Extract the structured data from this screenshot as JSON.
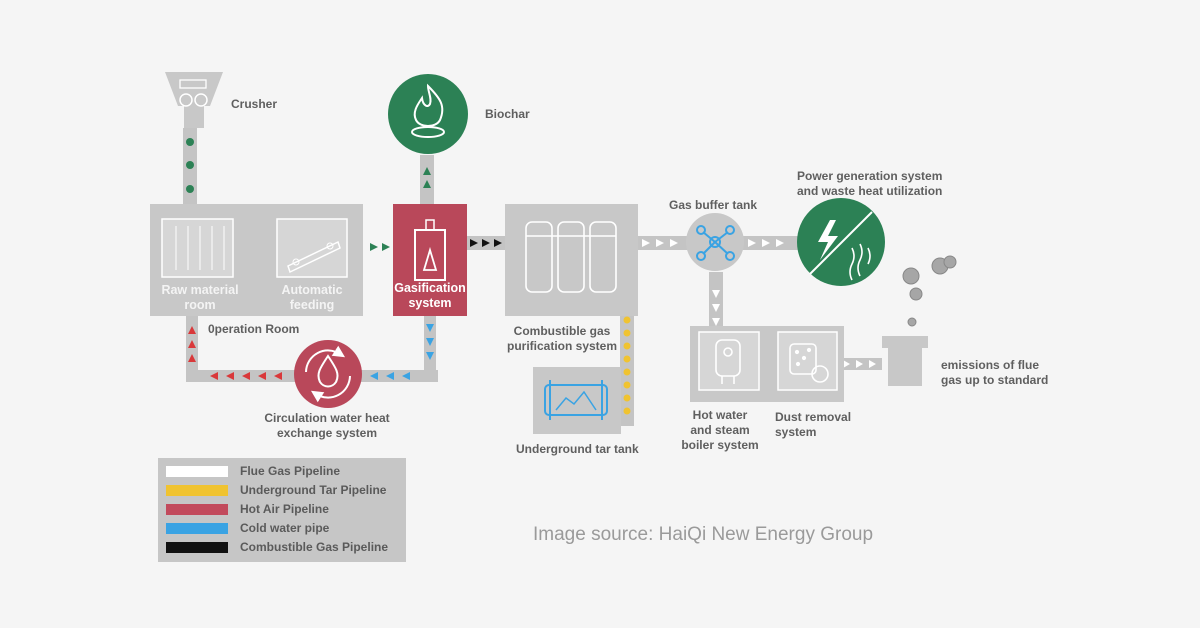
{
  "colors": {
    "flue_gas": "#ffffff",
    "tar": "#f0c330",
    "hot_air": "#d9383a",
    "cold_water": "#3aa3e3",
    "combustible_gas": "#111111",
    "green_node": "#2c8155",
    "red_node": "#b9485a",
    "box_gray": "#c8c8c8"
  },
  "icons": {
    "crusher": "crusher-icon",
    "biochar": "fire-icon",
    "gasification": "gasifier-icon",
    "purification": "filter-tanks-icon",
    "buffer": "molecule-icon",
    "power": "lightning-icon",
    "boiler": "water-heater-icon",
    "dust": "dust-filter-icon",
    "circulation": "water-drop-cycle-icon",
    "tar_tank": "tank-icon",
    "stack": "chimney-icon"
  },
  "labels": {
    "crusher": "Crusher",
    "biochar": "Biochar",
    "raw_material_l1": "Raw material",
    "raw_material_l2": "room",
    "auto_feed_l1": "Automatic",
    "auto_feed_l2": "feeding",
    "gasification_l1": "Gasification",
    "gasification_l2": "system",
    "operation_room": "0peration Room",
    "circulation_l1": "Circulation water heat",
    "circulation_l2": "exchange system",
    "purification_l1": "Combustible gas",
    "purification_l2": "purification system",
    "tar_tank": "Underground tar tank",
    "buffer_tank": "Gas buffer tank",
    "power_l1": "Power generation system",
    "power_l2": "and waste heat utilization",
    "boiler_l1": "Hot water",
    "boiler_l2": "and steam",
    "boiler_l3": "boiler system",
    "dust_l1": "Dust removal",
    "dust_l2": "system",
    "emissions_l1": "emissions of flue",
    "emissions_l2": "gas up to standard"
  },
  "legend": [
    {
      "label": "Flue Gas Pipeline",
      "color": "#ffffff"
    },
    {
      "label": "Underground Tar Pipeline",
      "color": "#f0c330"
    },
    {
      "label": "Hot Air Pipeline",
      "color": "#c24a5c"
    },
    {
      "label": "Cold water pipe",
      "color": "#3aa3e3"
    },
    {
      "label": "Combustible Gas Pipeline",
      "color": "#111111"
    }
  ],
  "source": "Image source: HaiQi New Energy Group"
}
